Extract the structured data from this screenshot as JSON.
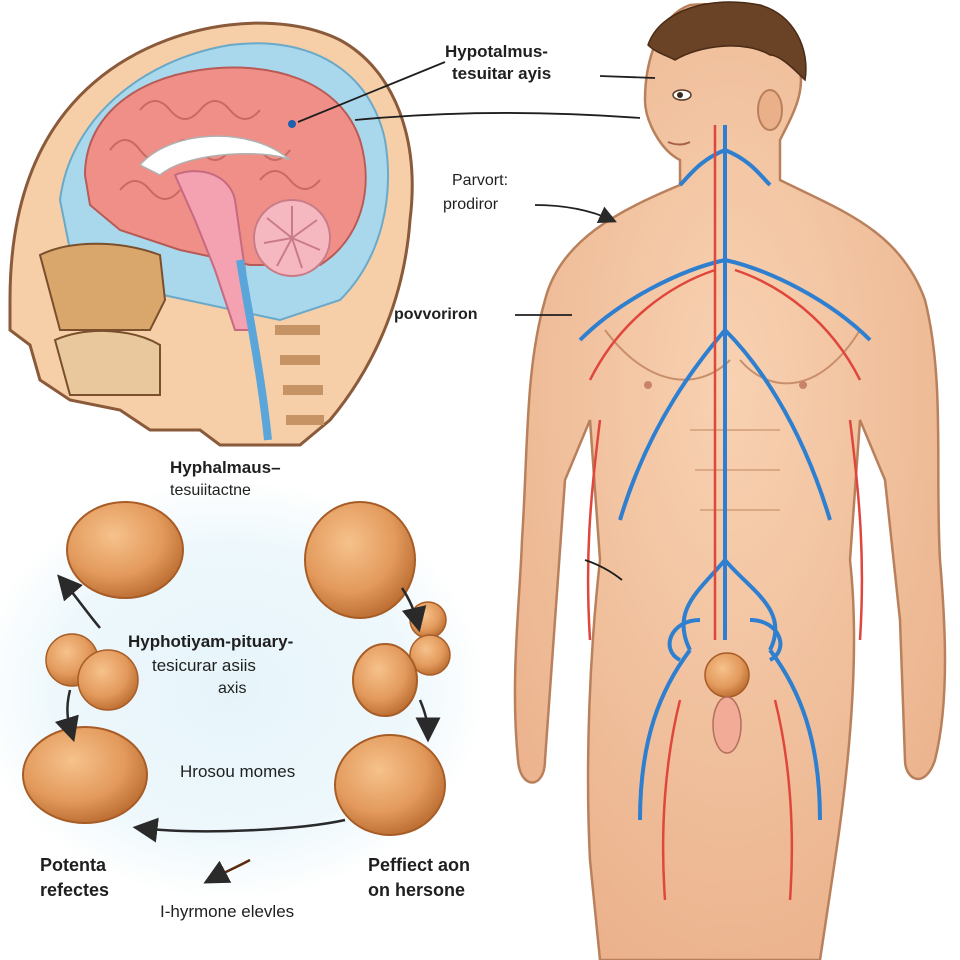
{
  "labels": {
    "hpt_axis_line1": "Hypotalmus-",
    "hpt_axis_line2": "tesuitar ayis",
    "parvort_line1": "Parvort:",
    "parvort_line2": "prodiror",
    "povvoriron": "povvoriron",
    "hyphalmaus_line1": "Hyphalmaus–",
    "hyphalmaus_line2": "tesuiitactne",
    "cycle_center_line1": "Hyphotiyam-pituary-",
    "cycle_center_line2": "tesicurar asiis",
    "cycle_center_line3": "axis",
    "hrosou": "Hrosou momes",
    "potenta_line1": "Potenta",
    "potenta_line2": "refectes",
    "perfect_line1": "Peffiect aon",
    "perfect_line2": "on hersone",
    "hyrmone": "I-hyrmone elevles"
  },
  "colors": {
    "skin": "#f3c4a1",
    "brain": "#f08f88",
    "csf": "#9fd2e8",
    "cerebellum": "#f4b2b8",
    "vein": "#2f7fd1",
    "artery": "#e0473c",
    "gland": "#e39a5c",
    "glow": "#dff1f8"
  }
}
